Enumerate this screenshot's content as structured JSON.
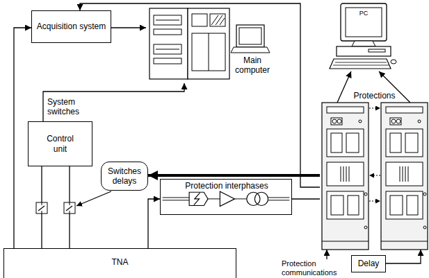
{
  "diagram": {
    "nodes": [
      {
        "text": [
          "Acquisition system"
        ]
      },
      {
        "text": [
          "Main computer"
        ]
      },
      {
        "text": [
          "PC"
        ]
      },
      {
        "text": [
          "Protections"
        ]
      },
      {
        "text": [
          "Control unit"
        ]
      },
      {
        "text": [
          "Switches delays"
        ]
      },
      {
        "text": [
          "Protection interphases"
        ]
      },
      {
        "text": [
          "TNA"
        ]
      },
      {
        "text": [
          "Delay"
        ]
      }
    ],
    "edges": [
      {
        "from": 7,
        "to": 0,
        "arrow": "to"
      },
      {
        "from": 0,
        "to": 1,
        "arrow": "to"
      },
      {
        "from": 3,
        "to": 0,
        "arrow": "to"
      },
      {
        "from": 4,
        "to": 1,
        "label": "System switches",
        "arrow": "to"
      },
      {
        "from": 3,
        "to": 2,
        "arrow": "to"
      },
      {
        "from": 3,
        "to": 2,
        "arrow": "to"
      },
      {
        "from": 3,
        "to": 5,
        "arrow": "to"
      },
      {
        "from": 4,
        "to": 7,
        "arrow": "none"
      },
      {
        "from": 4,
        "to": 7,
        "arrow": "none"
      },
      {
        "from": 7,
        "to": 6,
        "arrow": "to"
      },
      {
        "from": 6,
        "to": 3,
        "arrow": "none"
      },
      {
        "from": 8,
        "to": 3,
        "arrow": "to"
      },
      {
        "from": 8,
        "to": 3,
        "arrow": "to"
      }
    ],
    "labels": [
      "Protection communications"
    ]
  }
}
